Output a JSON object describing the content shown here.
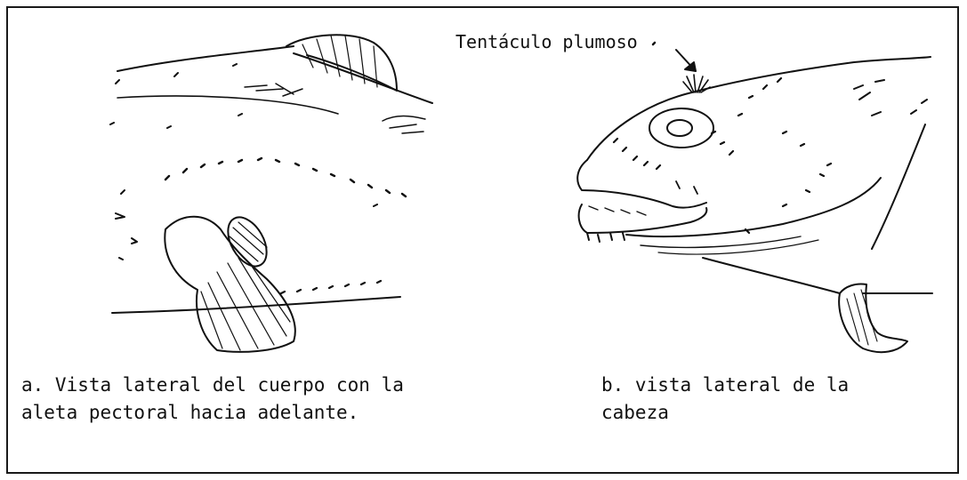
{
  "figure": {
    "panel_a": {
      "caption_line1": "a. Vista lateral del cuerpo con la",
      "caption_line2": "aleta pectoral hacia adelante."
    },
    "panel_b": {
      "label_line1": "Tentáculo",
      "label_line2": "plumoso",
      "caption_line1": "b. vista lateral de la",
      "caption_line2": "cabeza"
    },
    "colors": {
      "ink": "#111111",
      "frame": "#1a1a1a",
      "background": "#ffffff"
    }
  }
}
